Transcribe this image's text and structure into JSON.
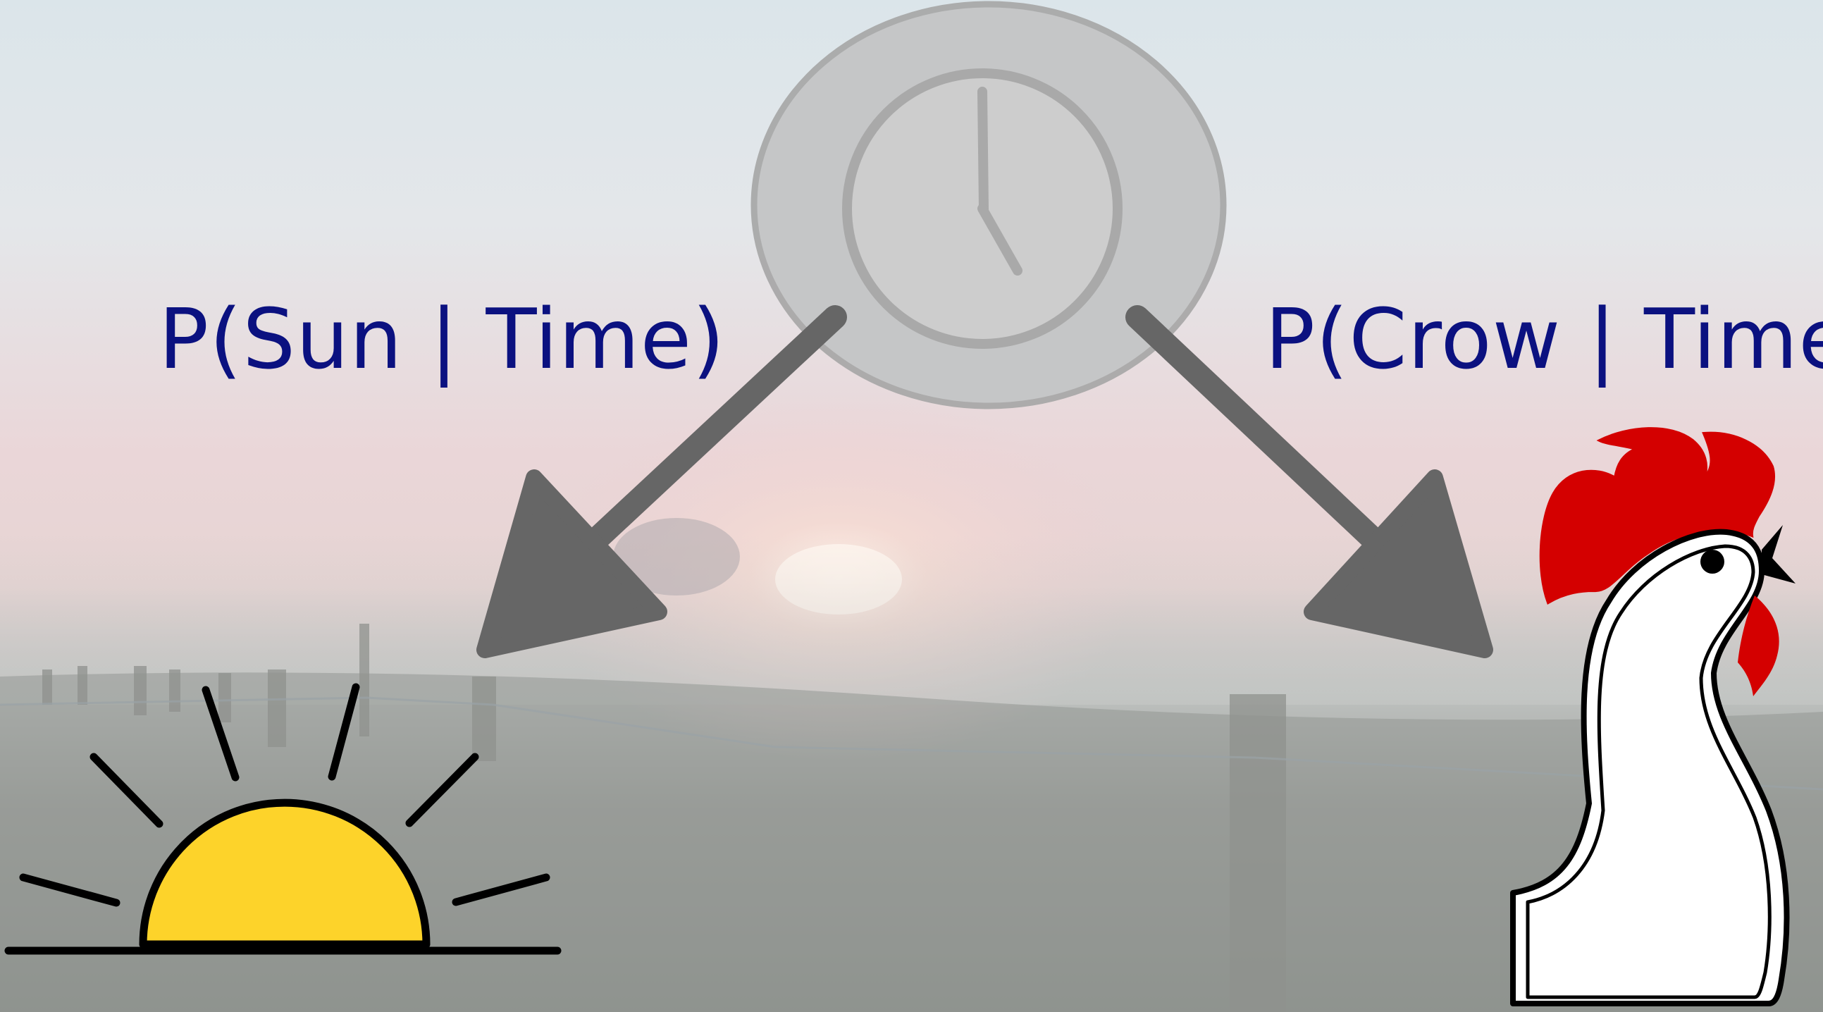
{
  "diagram": {
    "edges": [
      {
        "from": "time",
        "to": "sun",
        "label": "P(Sun | Time)"
      },
      {
        "from": "time",
        "to": "crow",
        "label": "P(Crow | Time)"
      }
    ],
    "nodes": {
      "time": {
        "icon": "clock-icon"
      },
      "sun": {
        "icon": "sunrise-icon"
      },
      "crow": {
        "icon": "rooster-icon"
      }
    }
  },
  "colors": {
    "label_text": "#0b1180",
    "arrow": "#666666",
    "clock_fill": "#c8c8c8",
    "clock_stroke": "#a9a9a9",
    "sun_fill": "#fdd32a",
    "comb_red": "#d40000",
    "outline": "#000000",
    "sky_top": "#dbe5ea",
    "sky_glow": "#efcfd2",
    "field": "#8a8f8a"
  }
}
